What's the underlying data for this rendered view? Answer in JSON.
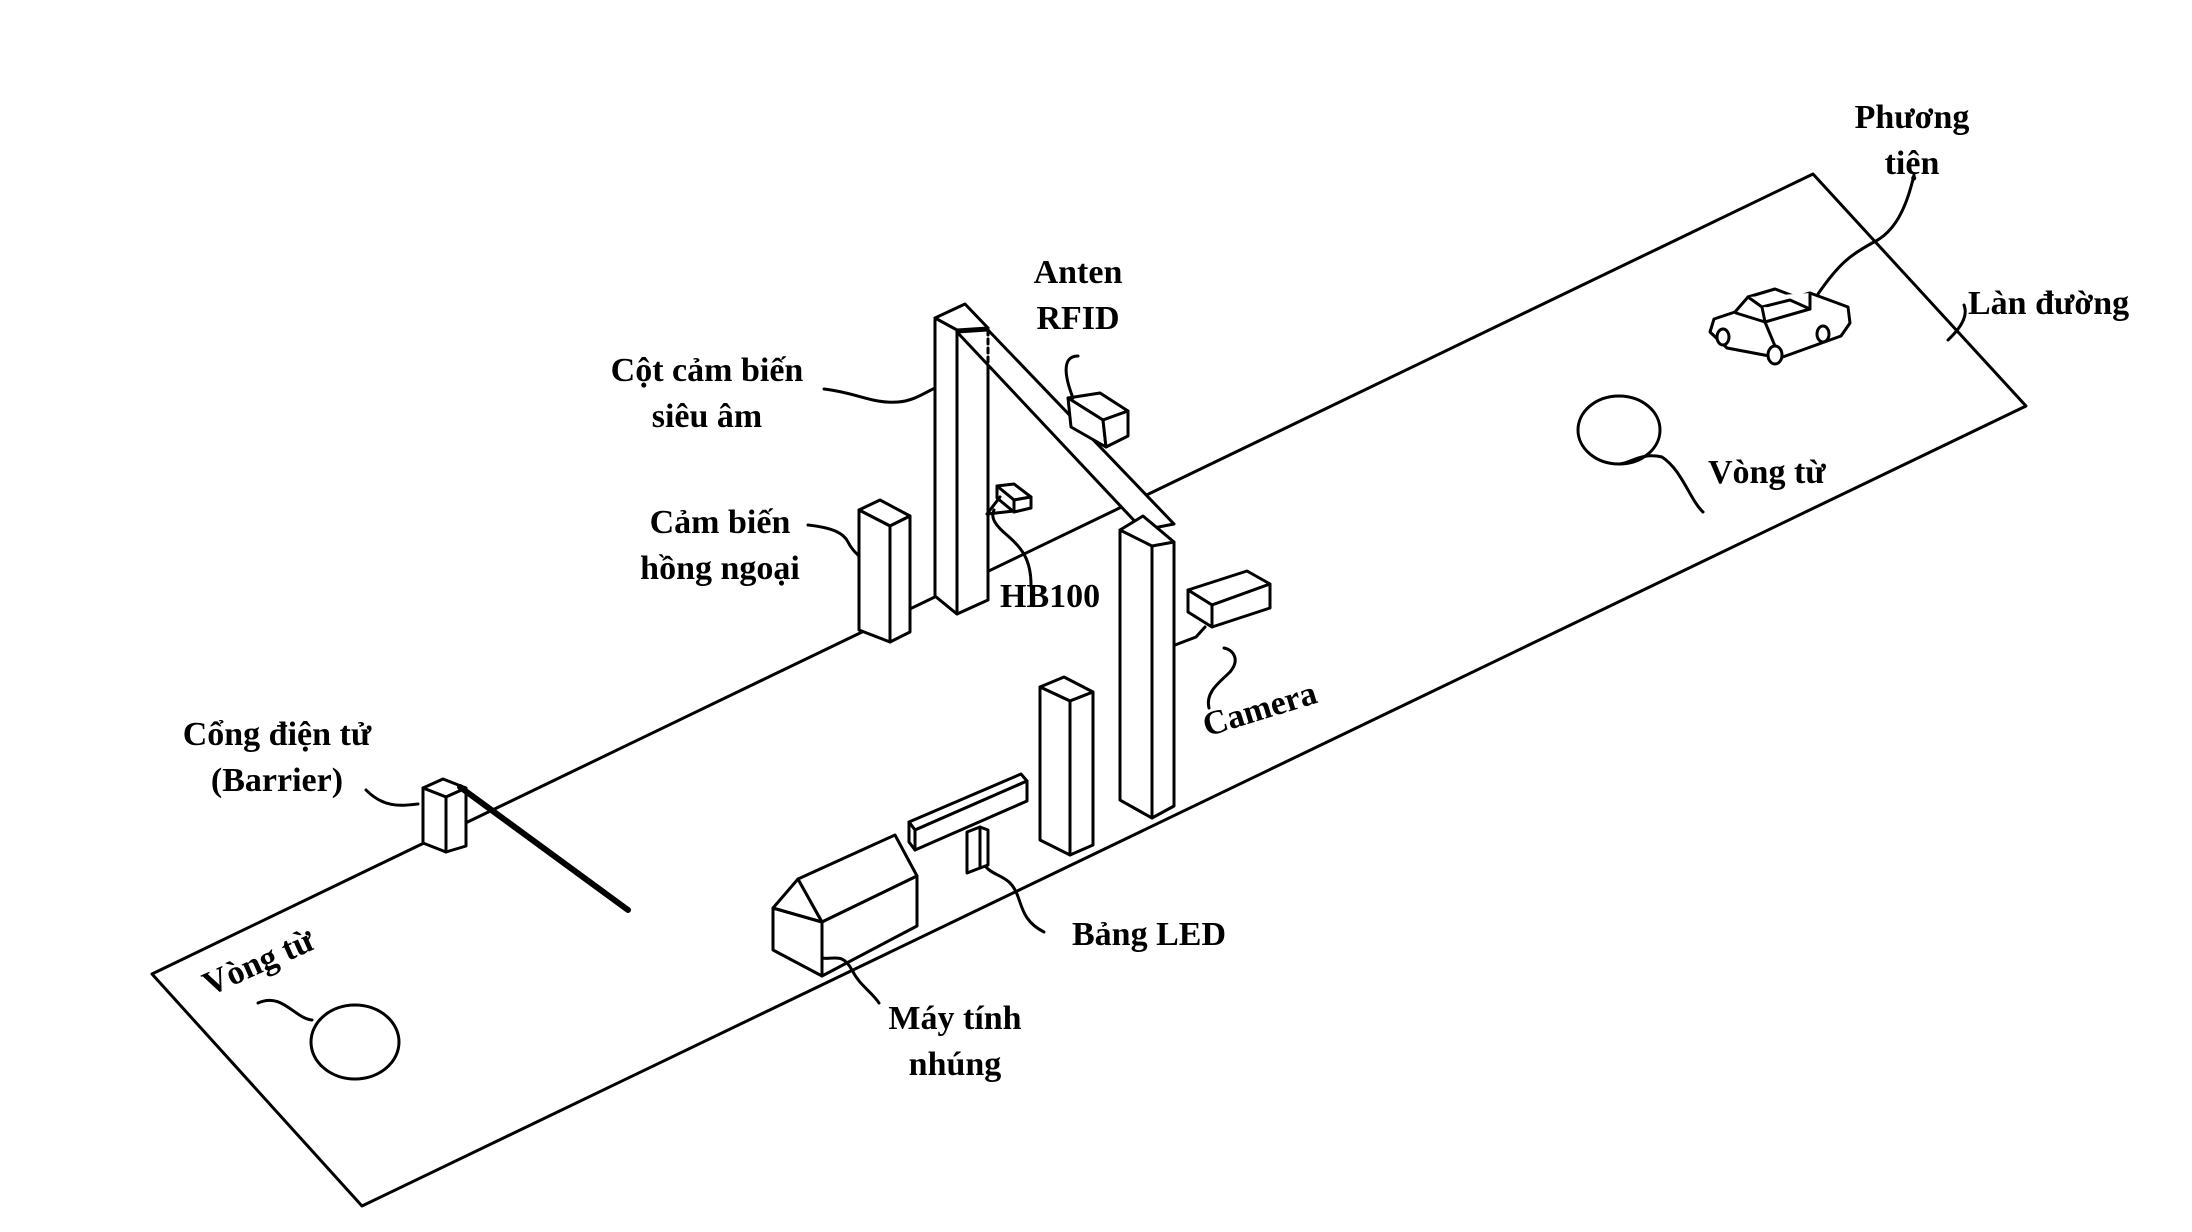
{
  "labels": {
    "vehicle": [
      "Phương",
      "tiện"
    ],
    "lane": "Làn đường",
    "loop_right": "Vòng từ",
    "antenna": [
      "Anten",
      "RFID"
    ],
    "ultrasonic_pole": [
      "Cột cảm biến",
      "siêu âm"
    ],
    "infrared_sensor": [
      "Cảm biến",
      "hồng ngoại"
    ],
    "hb100": "HB100",
    "camera": "Camera",
    "barrier": [
      "Cổng điện tử",
      "(Barrier)"
    ],
    "loop_left": "Vòng từ",
    "led_board": "Bảng LED",
    "embedded_pc": [
      "Máy tính",
      "nhúng"
    ]
  },
  "colors": {
    "line": "#000000",
    "fill": "#ffffff"
  }
}
